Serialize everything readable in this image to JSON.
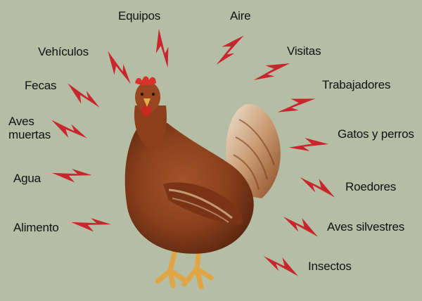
{
  "labels": {
    "equipos": "Equipos",
    "aire": "Aire",
    "vehiculos": "Vehículos",
    "visitas": "Visitas",
    "fecas": "Fecas",
    "trabajadores": "Trabajadores",
    "aves_muertas": "Aves\nmuertas",
    "gatos_perros": "Gatos y perros",
    "agua": "Agua",
    "roedores": "Roedores",
    "alimento": "Alimento",
    "aves_silvestres": "Aves silvestres",
    "insectos": "Insectos"
  },
  "colors": {
    "background": "#b5bea5",
    "bolt": "#c8252c",
    "hen_body": "#8a3f1c",
    "comb": "#d8322a"
  },
  "center_image": "hen"
}
